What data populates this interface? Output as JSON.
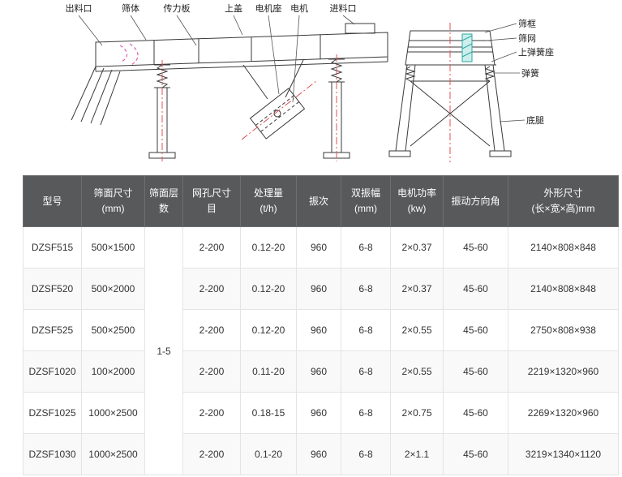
{
  "diagram": {
    "side_labels": {
      "outlet": "出料口",
      "body": "筛体",
      "force_plate": "传力板",
      "cover": "上盖",
      "motor_seat": "电机座",
      "motor": "电机",
      "inlet": "进料口"
    },
    "end_labels": {
      "frame": "筛框",
      "mesh": "筛网",
      "upper_spring_seat": "上弹簧座",
      "spring": "弹簧",
      "leg": "底腿"
    }
  },
  "table": {
    "columns": [
      {
        "key": "model",
        "label": "型号"
      },
      {
        "key": "size",
        "label": "筛面尺寸\n(mm)"
      },
      {
        "key": "layers",
        "label": "筛面层\n数"
      },
      {
        "key": "mesh",
        "label": "网孔尺寸\n目"
      },
      {
        "key": "capacity",
        "label": "处理量\n(t/h)"
      },
      {
        "key": "freq",
        "label": "振次"
      },
      {
        "key": "amplitude",
        "label": "双振幅\n(mm)"
      },
      {
        "key": "power",
        "label": "电机功率\n(kw)"
      },
      {
        "key": "angle",
        "label": "振动方向角"
      },
      {
        "key": "dims",
        "label": "外形尺寸\n(长×宽×高)mm"
      }
    ],
    "layers_value": "1-5",
    "rows": [
      {
        "model": "DZSF515",
        "size": "500×1500",
        "mesh": "2-200",
        "capacity": "0.12-20",
        "freq": "960",
        "amplitude": "6-8",
        "power": "2×0.37",
        "angle": "45-60",
        "dims": "2140×808×848"
      },
      {
        "model": "DZSF520",
        "size": "500×2000",
        "mesh": "2-200",
        "capacity": "0.12-20",
        "freq": "960",
        "amplitude": "6-8",
        "power": "2×0.37",
        "angle": "45-60",
        "dims": "2140×808×848"
      },
      {
        "model": "DZSF525",
        "size": "500×2500",
        "mesh": "2-200",
        "capacity": "0.12-20",
        "freq": "960",
        "amplitude": "6-8",
        "power": "2×0.55",
        "angle": "45-60",
        "dims": "2750×808×938"
      },
      {
        "model": "DZSF1020",
        "size": "100×2000",
        "mesh": "2-200",
        "capacity": "0.11-20",
        "freq": "960",
        "amplitude": "6-8",
        "power": "2×0.55",
        "angle": "45-60",
        "dims": "2219×1320×960"
      },
      {
        "model": "DZSF1025",
        "size": "1000×2500",
        "mesh": "2-200",
        "capacity": "0.18-15",
        "freq": "960",
        "amplitude": "6-8",
        "power": "2×0.75",
        "angle": "45-60",
        "dims": "2269×1320×960"
      },
      {
        "model": "DZSF1030",
        "size": "1000×2500",
        "mesh": "2-200",
        "capacity": "0.1-20",
        "freq": "960",
        "amplitude": "6-8",
        "power": "2×1.1",
        "angle": "45-60",
        "dims": "3219×1340×1120"
      }
    ]
  },
  "colors": {
    "header_bg": "#58595b",
    "centerline_red": "#e05252",
    "flow_arrow_pink": "#e060b8",
    "hatch_teal": "#2aa9a0"
  }
}
